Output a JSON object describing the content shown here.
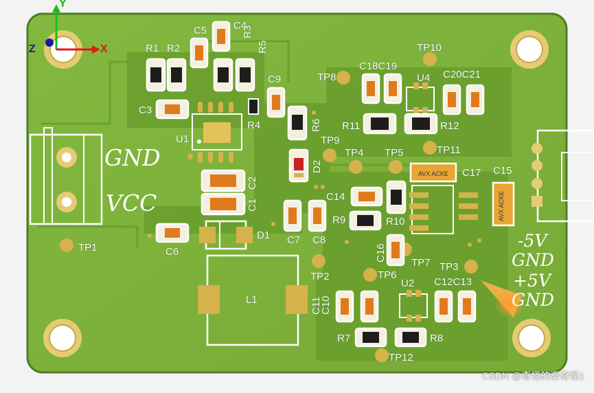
{
  "app": {
    "watermark": "CSDN @奇怪的秦奇怪1"
  },
  "axes": {
    "y": "Y",
    "z": "Z",
    "x": "X"
  },
  "silkscreen": {
    "components": [
      "C5",
      "C4",
      "R1",
      "R2",
      "R3",
      "R5",
      "C9",
      "C3",
      "R4",
      "R6",
      "U1",
      "D2",
      "C2",
      "C1",
      "C6",
      "D1",
      "C7",
      "C8",
      "L1",
      "TP1",
      "TP2",
      "TP3",
      "TP4",
      "TP5",
      "TP6",
      "TP7",
      "TP8",
      "TP9",
      "TP10",
      "TP11",
      "TP12",
      "C18C19",
      "U4",
      "C20C21",
      "R11",
      "R12",
      "C17",
      "C15",
      "C14",
      "R9",
      "R10",
      "C16",
      "U2",
      "C12C13",
      "C11",
      "C10",
      "R7",
      "R8"
    ]
  },
  "connector_labels": {
    "gnd": "GND",
    "vcc": "VCC"
  },
  "right_labels": [
    "-5V",
    "GND",
    "+5V",
    "GND"
  ],
  "colors": {
    "board": "#7fb43c",
    "board_dark": "#5f9a2a",
    "pad": "#d6b24a",
    "silk": "#ffffff",
    "cap": "#e07a1e",
    "resistor": "#1d1d1d",
    "led": "#cc2020",
    "tantalum": "#e9a634"
  }
}
